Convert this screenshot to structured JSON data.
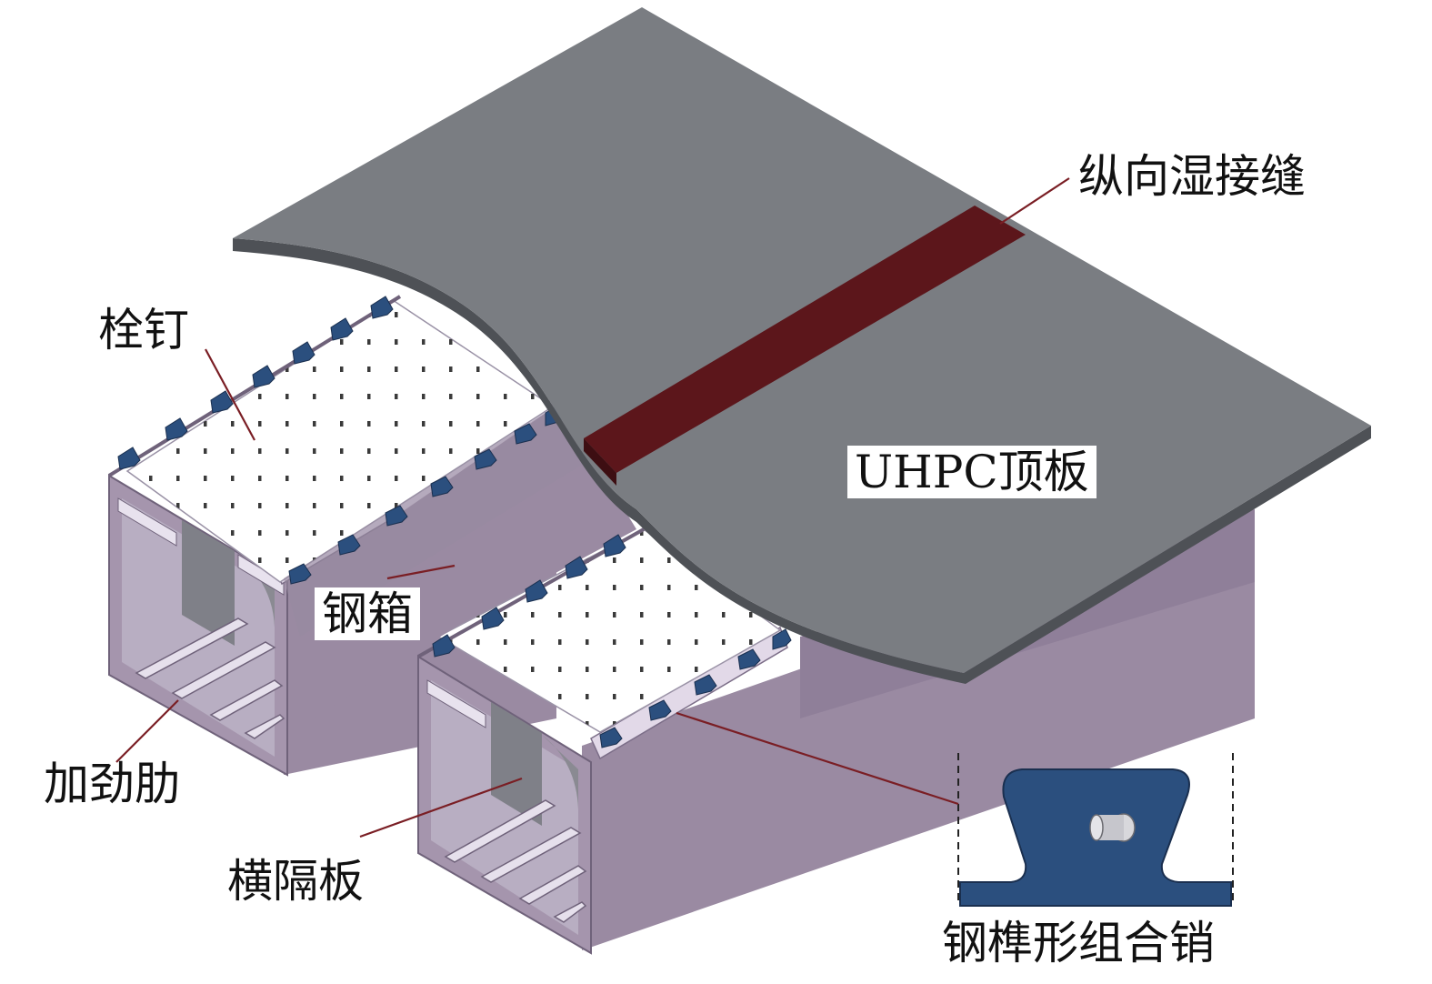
{
  "labels": {
    "joint": "纵向湿接缝",
    "uhpc_deck": "UHPC顶板",
    "shear_stud": "栓钉",
    "steel_box": "钢箱",
    "stiffener": "加劲肋",
    "diaphragm": "横隔板",
    "dovetail_pin": "钢榫形组合销"
  },
  "colors": {
    "deck": "#7a7d82",
    "deck_edge": "#4e5156",
    "wet_joint": "#5c161b",
    "box_side": "#9a8aa2",
    "box_side_dark": "#83738d",
    "box_top_strip": "#e2d9e8",
    "box_inner": "#b8aec2",
    "stud_plate": "#ffffff",
    "stud": "#3a3a3a",
    "connector": "#2b4f7e",
    "leader": "#7a1e24"
  }
}
